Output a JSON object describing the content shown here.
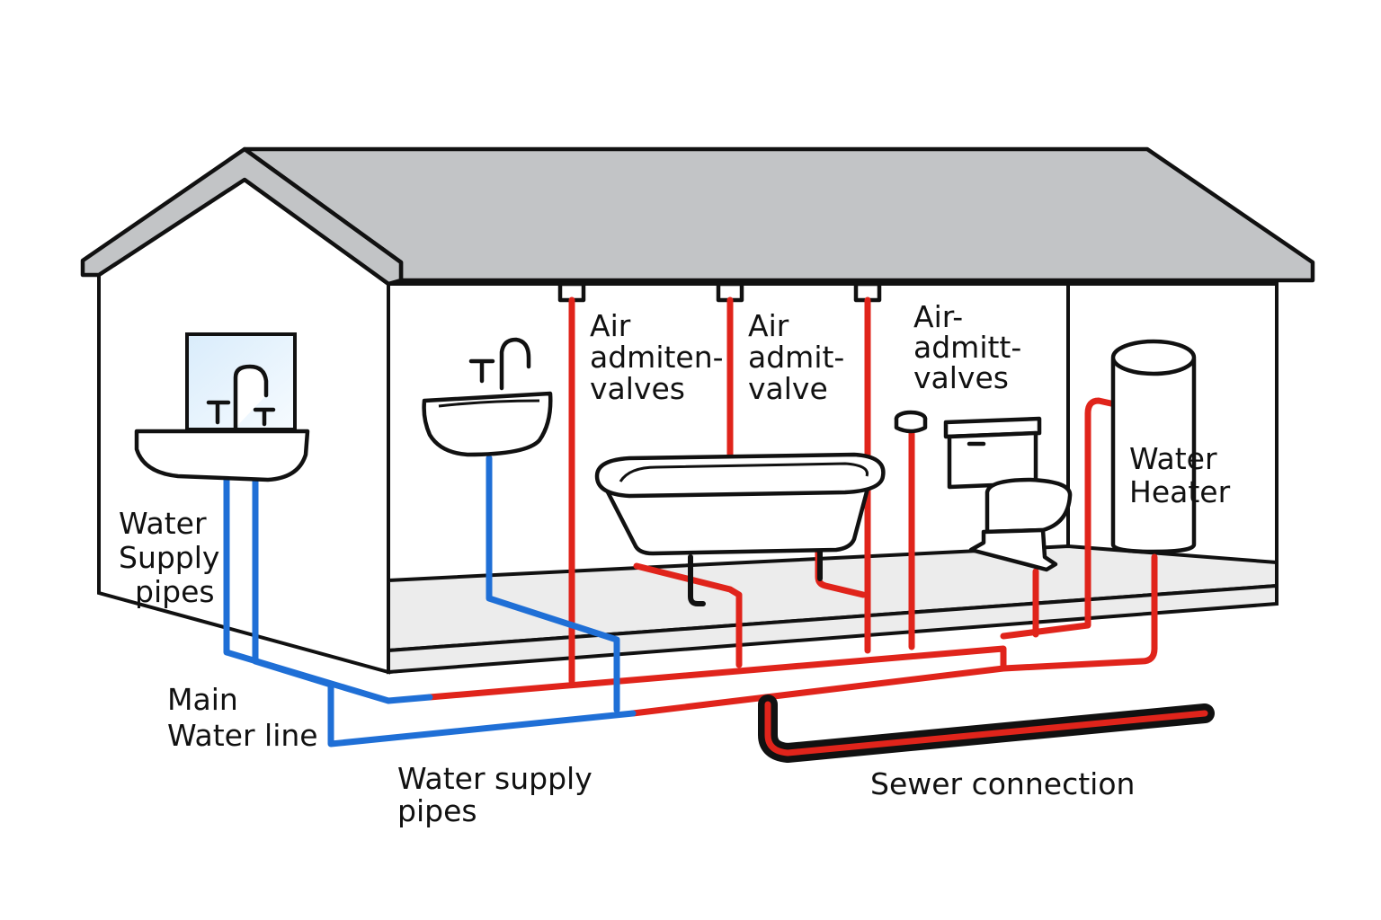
{
  "colors": {
    "supply_pipe": "#1f6fd6",
    "drain_vent_pipe": "#e0241b",
    "roof": "#c2c4c6",
    "floor": "#ececec",
    "outline": "#111111"
  },
  "labels": {
    "air_valve_1": [
      "Air",
      "admiten-",
      "valves"
    ],
    "air_valve_2": [
      "Air",
      "admit-",
      "valve"
    ],
    "air_valve_3": [
      "Air-",
      "admitt-",
      "valves"
    ],
    "water_heater": [
      "Water",
      "Heater"
    ],
    "water_supply_pipes_left": [
      "Water",
      "Supply",
      "pipes"
    ],
    "main_water_line": [
      "Main",
      "Water line"
    ],
    "water_supply_pipes_bottom": [
      "Water supply",
      "pipes"
    ],
    "sewer_connection": "Sewer connection"
  },
  "icons": [
    "house-roof",
    "sink-icon",
    "bathtub-icon",
    "toilet-icon",
    "water-heater-icon",
    "air-admittance-valve-icon"
  ]
}
